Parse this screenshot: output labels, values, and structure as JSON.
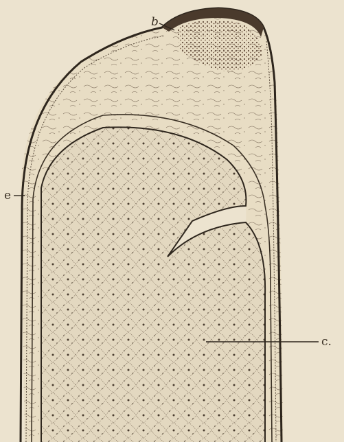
{
  "labels": {
    "b": "b",
    "e": "e",
    "c": "c."
  },
  "colors": {
    "paper": "#ece3cf",
    "ink": "#3a3024",
    "tissue_fill": "#e6dcc6",
    "dense_fill": "#6b4e3a"
  }
}
